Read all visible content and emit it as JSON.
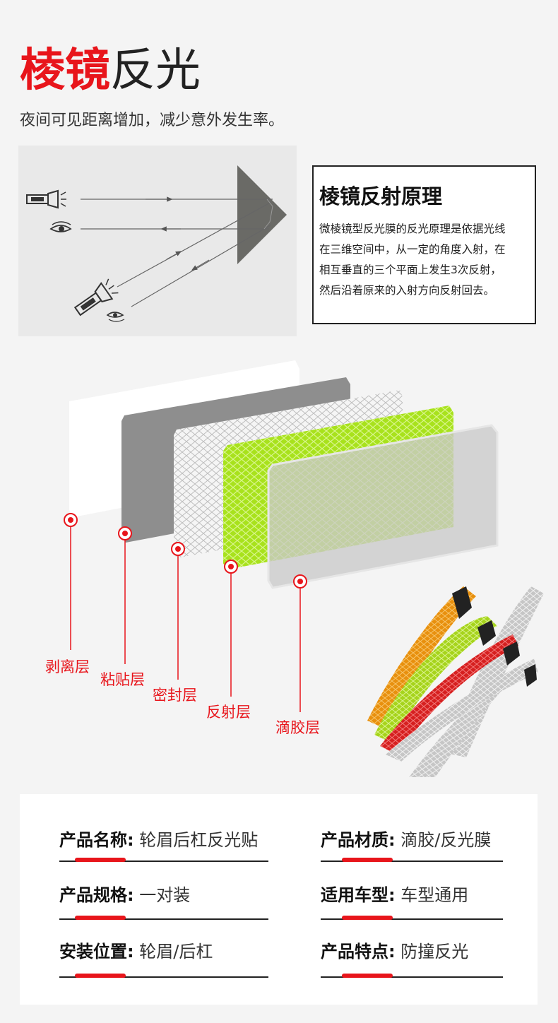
{
  "header": {
    "title_red": "棱镜",
    "title_dark": "反光",
    "subtitle": "夜间可见距离增加，减少意外发生率。"
  },
  "principle": {
    "title": "棱镜反射原理",
    "lines": [
      "微棱镜型反光膜的反光原理是依据光线",
      "在三维空间中，从一定的角度入射，在",
      "相互垂直的三个平面上发生3次反射，",
      "然后沿着原来的入射方向反射回去。"
    ]
  },
  "layers": {
    "labels": [
      "剥离层",
      "粘贴层",
      "密封层",
      "反射层",
      "滴胶层"
    ]
  },
  "specs": [
    {
      "key": "产品名称:",
      "value": "轮眉后杠反光贴"
    },
    {
      "key": "产品材质:",
      "value": "滴胶/反光膜"
    },
    {
      "key": "产品规格:",
      "value": "一对装"
    },
    {
      "key": "适用车型:",
      "value": "车型通用"
    },
    {
      "key": "安装位置:",
      "value": "轮眉/后杠"
    },
    {
      "key": "产品特点:",
      "value": "防撞反光"
    }
  ],
  "colors": {
    "accent": "#e8151b",
    "reflective_green": "#a8e21c",
    "reflective_orange": "#e8900e",
    "reflective_red": "#d62020",
    "reflective_silver": "#c8c8c8"
  }
}
